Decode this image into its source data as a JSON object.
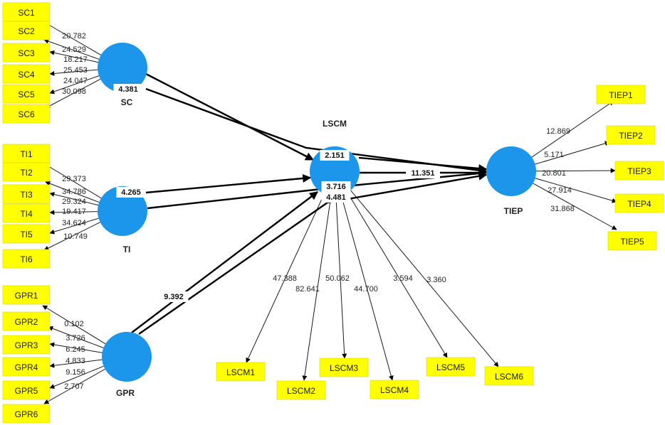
{
  "constructs": [
    {
      "id": "SC",
      "label": "SC"
    },
    {
      "id": "TI",
      "label": "TI"
    },
    {
      "id": "GPR",
      "label": "GPR"
    },
    {
      "id": "LSCM",
      "label": "LSCM"
    },
    {
      "id": "TIEP",
      "label": "TIEP"
    }
  ],
  "indicators": [
    {
      "label": "SC1",
      "construct": "SC",
      "value": ""
    },
    {
      "label": "SC2",
      "construct": "SC",
      "value": "20.782"
    },
    {
      "label": "SC3",
      "construct": "SC",
      "value": "24.529"
    },
    {
      "label": "SC4",
      "construct": "SC",
      "value": "18.217"
    },
    {
      "label": "SC5",
      "construct": "SC",
      "value": "25.453"
    },
    {
      "label": "SC6",
      "construct": "SC",
      "value": "24.047"
    },
    {
      "label": "TI1",
      "construct": "TI",
      "value": ""
    },
    {
      "label": "TI2",
      "construct": "TI",
      "value": "29.373"
    },
    {
      "label": "TI3",
      "construct": "TI",
      "value": "34.786"
    },
    {
      "label": "TI4",
      "construct": "TI",
      "value": "29.324"
    },
    {
      "label": "TI5",
      "construct": "TI",
      "value": "19.417"
    },
    {
      "label": "TI6",
      "construct": "TI",
      "value": "34.624"
    },
    {
      "label": "GPR1",
      "construct": "GPR",
      "value": "0.102"
    },
    {
      "label": "GPR2",
      "construct": "GPR",
      "value": "3.726"
    },
    {
      "label": "GPR3",
      "construct": "GPR",
      "value": "6.245"
    },
    {
      "label": "GPR4",
      "construct": "GPR",
      "value": "4.833"
    },
    {
      "label": "GPR5",
      "construct": "GPR",
      "value": "9.156"
    },
    {
      "label": "GPR6",
      "construct": "GPR",
      "value": "2.707"
    },
    {
      "label": "LSCM1",
      "construct": "LSCM",
      "value": "47.388"
    },
    {
      "label": "LSCM2",
      "construct": "LSCM",
      "value": "82.641"
    },
    {
      "label": "LSCM3",
      "construct": "LSCM",
      "value": "50.062"
    },
    {
      "label": "LSCM4",
      "construct": "LSCM",
      "value": "44.700"
    },
    {
      "label": "LSCM5",
      "construct": "LSCM",
      "value": "3.594"
    },
    {
      "label": "LSCM6",
      "construct": "LSCM",
      "value": "3.360"
    },
    {
      "label": "TIEP1",
      "construct": "TIEP",
      "value": "12.869"
    },
    {
      "label": "TIEP2",
      "construct": "TIEP",
      "value": "5.171"
    },
    {
      "label": "TIEP3",
      "construct": "TIEP",
      "value": "20.801"
    },
    {
      "label": "TIEP4",
      "construct": "TIEP",
      "value": "27.914"
    },
    {
      "label": "TIEP5",
      "construct": "TIEP",
      "value": "31.868"
    }
  ],
  "extra_values": {
    "SC": "30.098",
    "TI": "10.749"
  },
  "paths": [
    {
      "from": "SC",
      "to": "TIEP",
      "value": "4.381"
    },
    {
      "from": "SC",
      "to": "LSCM",
      "value": ""
    },
    {
      "from": "TI",
      "to": "LSCM",
      "value": "4.265"
    },
    {
      "from": "TI",
      "to": "TIEP",
      "value": "3.716"
    },
    {
      "from": "GPR",
      "to": "LSCM",
      "value": "9.392"
    },
    {
      "from": "GPR",
      "to": "TIEP",
      "value": "4.481"
    },
    {
      "from": "LSCM",
      "to": "TIEP",
      "value": "11.351"
    },
    {
      "from": "SC",
      "to": "TIEP",
      "value": "2.151"
    }
  ],
  "colors": {
    "construct_fill": "#1c96ea",
    "indicator_fill": "#ffff00",
    "arrow": "#000000"
  }
}
